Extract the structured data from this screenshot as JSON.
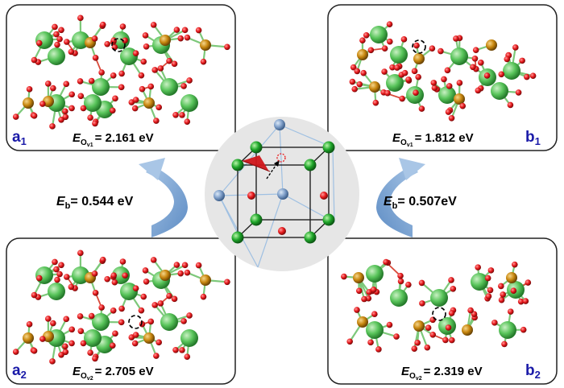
{
  "panels": {
    "a1": {
      "letter": "a",
      "index": "1",
      "energy_symbol": "E",
      "energy_sub_main": "O",
      "energy_sub_sub": "v1",
      "energy_value": "= 2.161 eV"
    },
    "b1": {
      "letter": "b",
      "index": "1",
      "energy_symbol": "E",
      "energy_sub_main": "O",
      "energy_sub_sub": "v1",
      "energy_value": "= 1.812 eV"
    },
    "a2": {
      "letter": "a",
      "index": "2",
      "energy_symbol": "E",
      "energy_sub_main": "O",
      "energy_sub_sub": "v2",
      "energy_value": "= 2.705 eV"
    },
    "b2": {
      "letter": "b",
      "index": "2",
      "energy_symbol": "E",
      "energy_sub_main": "O",
      "energy_sub_sub": "v2",
      "energy_value": "= 2.319 eV"
    }
  },
  "barriers": {
    "left": {
      "symbol": "E",
      "sub": "b",
      "value": "= 0.544 eV"
    },
    "right": {
      "symbol": "E",
      "sub": "b",
      "value": "= 0.507eV"
    }
  },
  "colors": {
    "panel_label": "#1a1aa8",
    "oxygen": "#e8191c",
    "zirconium_green": "#58c45a",
    "metal_gold": "#c8870f",
    "arrow": "#7fa9d6",
    "cell_bg": "#e6e6e6",
    "atom_blue": "#7f9fc9",
    "vacancy_marker": "#000000"
  }
}
